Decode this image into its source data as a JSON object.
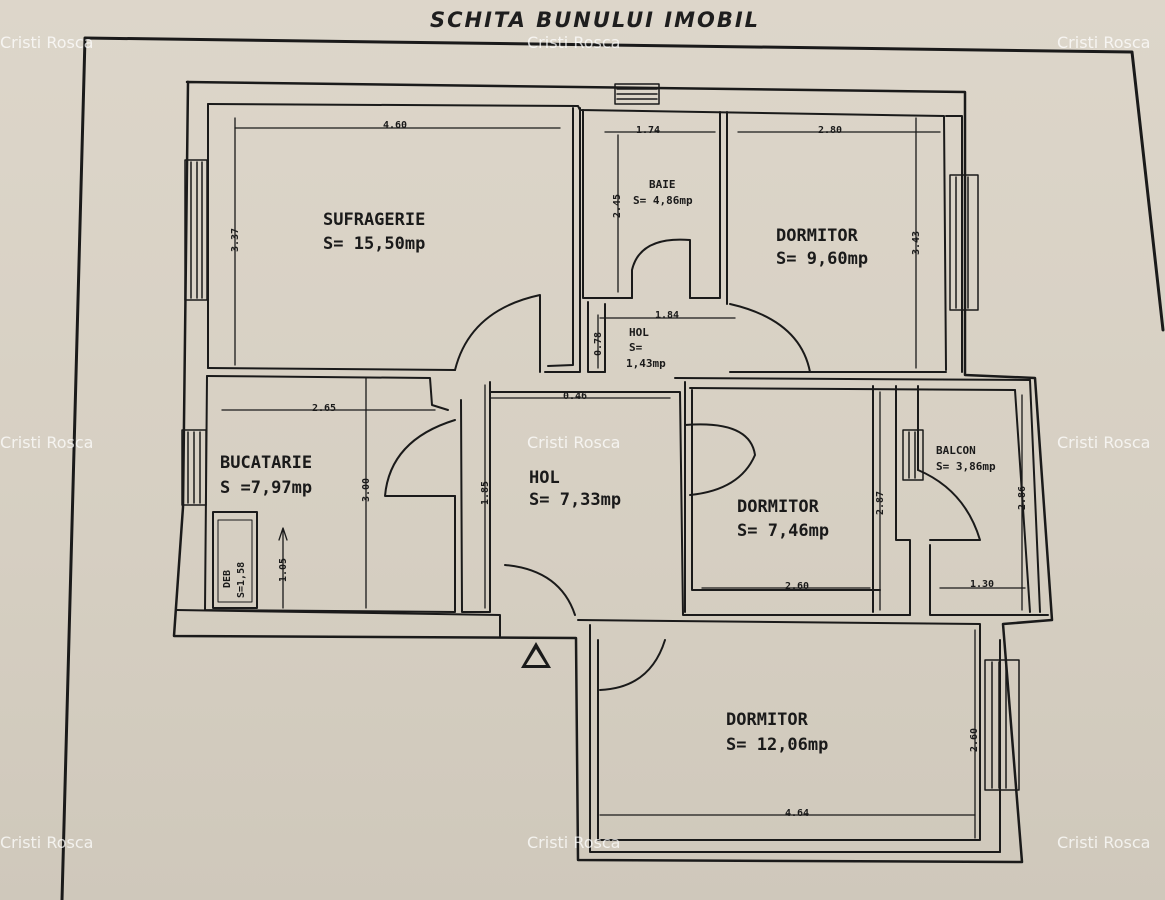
{
  "title": "SCHITA BUNULUI IMOBIL",
  "watermark": "Cristi Rosca",
  "rooms": {
    "sufragerie": {
      "name": "SUFRAGERIE",
      "area": "S= 15,50mp"
    },
    "baie": {
      "name": "BAIE",
      "area": "S= 4,86mp"
    },
    "dormitor1": {
      "name": "DORMITOR",
      "area": "S= 9,60mp"
    },
    "hol_small": {
      "name": "HOL",
      "area_line1": "S=",
      "area_line2": "1,43mp"
    },
    "bucatarie": {
      "name": "BUCATARIE",
      "area": "S =7,97mp"
    },
    "hol": {
      "name": "HOL",
      "area": "S= 7,33mp"
    },
    "dormitor2": {
      "name": "DORMITOR",
      "area": "S= 7,46mp"
    },
    "balcon": {
      "name": "BALCON",
      "area": "S= 3,86mp"
    },
    "dormitor3": {
      "name": "DORMITOR",
      "area": "S= 12,06mp"
    },
    "debara": {
      "name": "DEB",
      "area": "S=1,58"
    }
  },
  "dimensions": {
    "sufragerie_w": "4.60",
    "sufragerie_h": "3.37",
    "baie_w": "1.74",
    "baie_h": "2.45",
    "dormitor1_w": "2.80",
    "dormitor1_h": "3.43",
    "hol_small_w": "1.84",
    "hol_small_h": "0.78",
    "bucatarie_w": "2.65",
    "bucatarie_h": "3.00",
    "hol_w": "0.46",
    "hol_h": "1.85",
    "dormitor2_w": "2.60",
    "dormitor2_h": "2.87",
    "balcon_w": "1.30",
    "balcon_h": "2.86",
    "dormitor3_w": "4.64",
    "dormitor3_h": "2.60",
    "debara_h": "1.05"
  }
}
